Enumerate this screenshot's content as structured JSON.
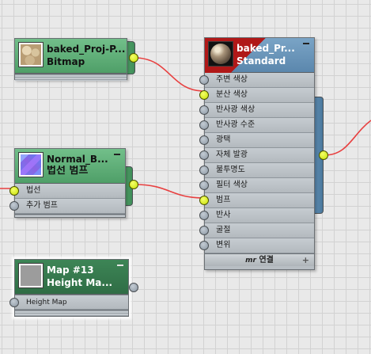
{
  "colors": {
    "wire": "#e84040",
    "active_socket": "#d9f31f",
    "bitmap_header": "#5fb07a",
    "standard_header": "#6b96bb",
    "heightmap_header": "#357a4d"
  },
  "nodes": {
    "bitmap": {
      "title": "baked_Proj-P...",
      "type": "Bitmap",
      "thumbnail": "stone-texture-thumbnail"
    },
    "normal_bump": {
      "title": "Normal_B...",
      "type": "법선 범프",
      "thumbnail": "normal-map-thumbnail",
      "inputs": [
        "법선",
        "추가 범프"
      ]
    },
    "height_map": {
      "title": "Map #13",
      "type": "Height Ma...",
      "thumbnail": "gray-thumbnail",
      "inputs": [
        "Height Map"
      ]
    },
    "standard": {
      "title": "baked_Pr...",
      "type": "Standard",
      "thumbnail": "material-sphere-thumbnail",
      "inputs": [
        "주변 색상",
        "분산 색상",
        "반사광 색상",
        "반사광 수준",
        "광택",
        "자체 발광",
        "불투명도",
        "필터 색상",
        "범프",
        "반사",
        "굴절",
        "변위"
      ],
      "footer_prefix": "mr",
      "footer_label": "연결",
      "footer_plus": "+"
    }
  }
}
